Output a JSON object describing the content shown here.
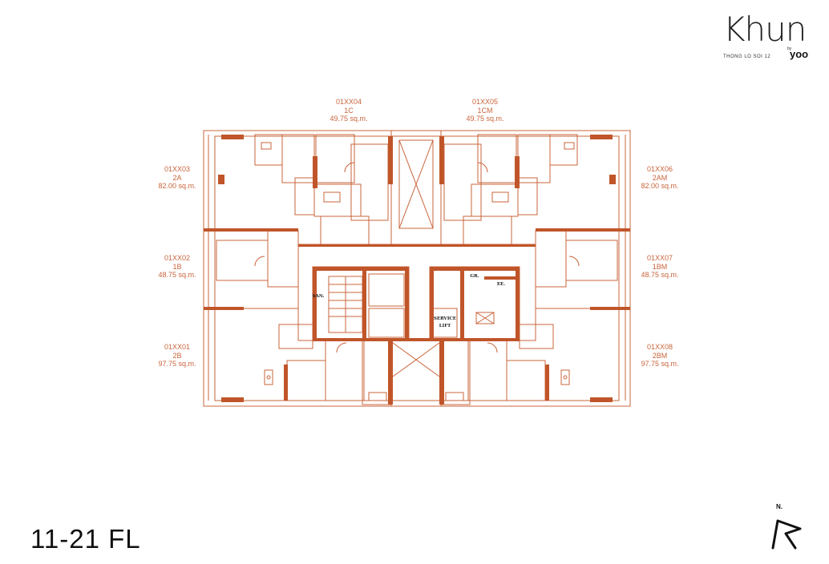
{
  "brand": {
    "name": "Khun",
    "subtitle": "THONG LO SOI 12",
    "by": "by",
    "partner": "yoo"
  },
  "floor": {
    "title": "11-21 FL"
  },
  "compass": {
    "label": "N."
  },
  "units": [
    {
      "id": "01XX04",
      "type": "1C",
      "area": "49.75 sq.m."
    },
    {
      "id": "01XX05",
      "type": "1CM",
      "area": "49.75 sq.m."
    },
    {
      "id": "01XX03",
      "type": "2A",
      "area": "82.00 sq.m."
    },
    {
      "id": "01XX06",
      "type": "2AM",
      "area": "82.00 sq.m."
    },
    {
      "id": "01XX02",
      "type": "1B",
      "area": "48.75 sq.m."
    },
    {
      "id": "01XX07",
      "type": "1BM",
      "area": "48.75 sq.m."
    },
    {
      "id": "01XX01",
      "type": "2B",
      "area": "97.75 sq.m."
    },
    {
      "id": "01XX08",
      "type": "2BM",
      "area": "97.75 sq.m."
    }
  ],
  "core_rooms": {
    "san": "SAN.",
    "gr": "GR.",
    "ee": "EE.",
    "service_lift_1": "SERVICE",
    "service_lift_2": "LIFT"
  },
  "colors": {
    "plan_line": "#c9643b",
    "wall_fill": "#c0552a",
    "text_dark": "#111111"
  }
}
